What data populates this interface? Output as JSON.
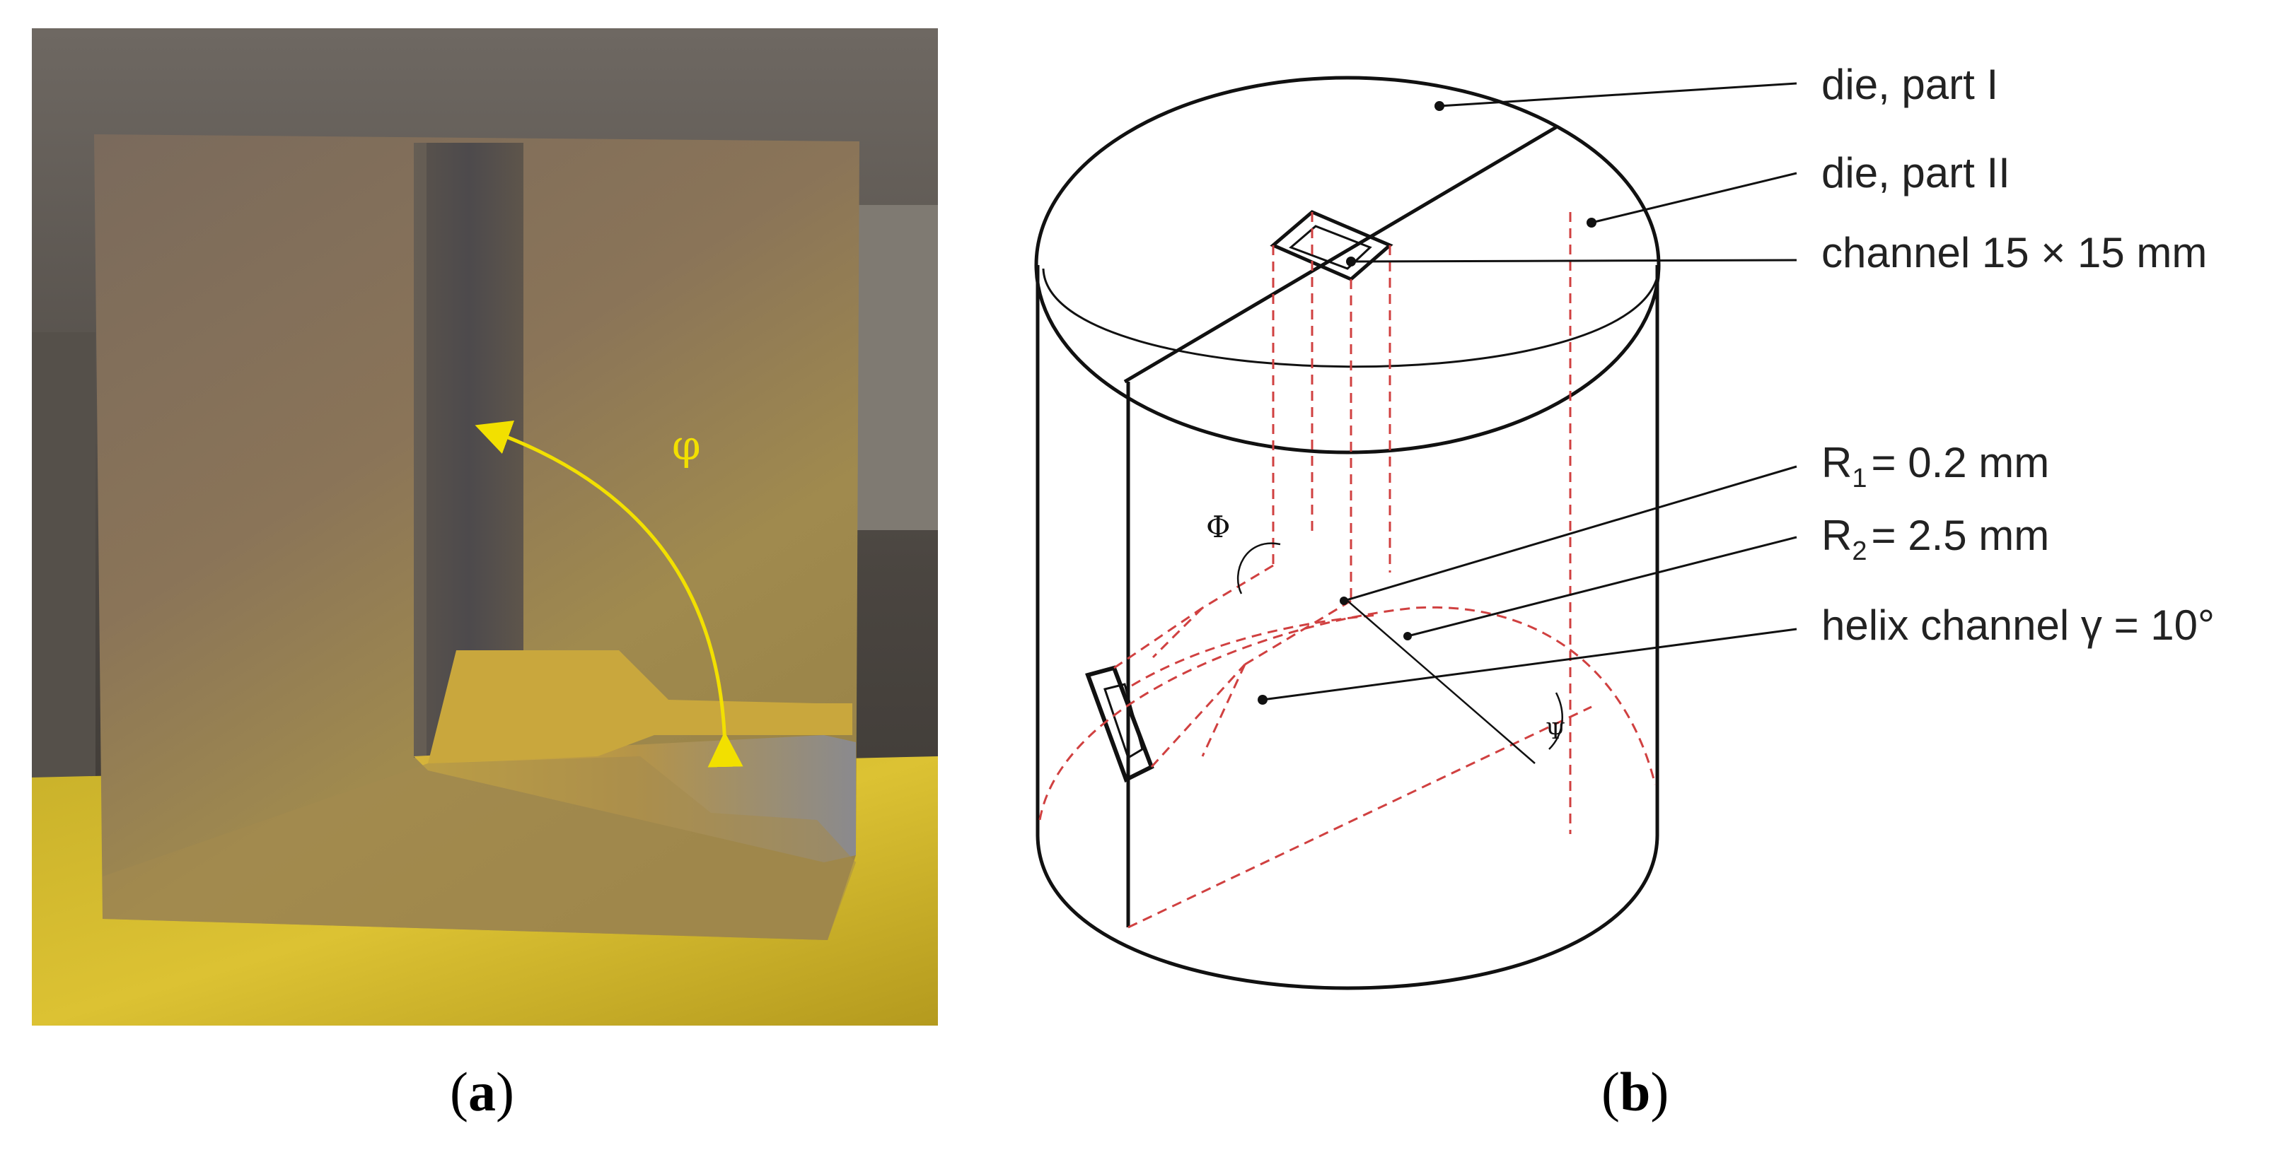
{
  "panel_a": {
    "angle_symbol": "φ",
    "caption_open": "(",
    "caption_letter": "a",
    "caption_close": ")"
  },
  "panel_b": {
    "labels": {
      "die_part_1": "die, part I",
      "die_part_2": "die, part II",
      "channel": "channel 15 × 15 mm",
      "r1_base": "R",
      "r1_sub": "1",
      "r1_value": "= 0.2 mm",
      "r2_base": "R",
      "r2_sub": "2",
      "r2_value": "= 2.5 mm",
      "helix": "helix channel γ = 10°",
      "phi_symbol": "Φ",
      "psi_symbol": "Ψ"
    },
    "caption_open": "(",
    "caption_letter": "b",
    "caption_close": ")"
  },
  "colors": {
    "annotation_yellow": "#f2e000",
    "dashed_red": "#d04040",
    "line_black": "#111111"
  }
}
